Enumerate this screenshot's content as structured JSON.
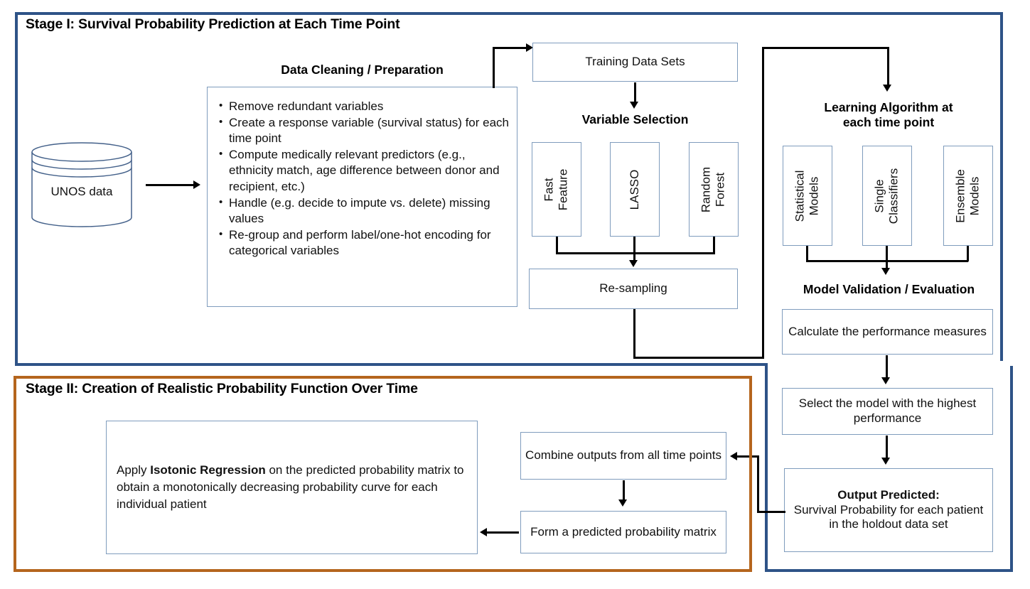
{
  "stage1": {
    "title": "Stage I: Survival Probability Prediction at Each Time Point",
    "border_color": "#2e5387",
    "headings": {
      "data_cleaning": "Data Cleaning / Preparation",
      "variable_selection": "Variable Selection",
      "learning_algorithm": "Learning Algorithm at\neach time point",
      "learning_algorithm_line1": "Learning Algorithm at",
      "learning_algorithm_line2": "each time point",
      "model_validation": "Model Validation / Evaluation"
    },
    "database": {
      "label": "UNOS data",
      "icon": "database-cylinder-icon"
    },
    "cleaning_bullets": [
      "Remove redundant variables",
      "Create a response variable (survival status) for each time point",
      "Compute medically relevant predictors (e.g., ethnicity match, age difference between donor and recipient, etc.)",
      "Handle (e.g. decide to impute vs. delete) missing values",
      "Re-group and perform label/one-hot encoding for categorical variables"
    ],
    "training_data_sets": "Training Data Sets",
    "variable_selection_methods": [
      {
        "line1": "Fast",
        "line2": "Feature"
      },
      {
        "line1": "LASSO",
        "line2": ""
      },
      {
        "line1": "Random",
        "line2": "Forest"
      }
    ],
    "resampling": "Re-sampling",
    "learning_models": [
      {
        "line1": "Statistical",
        "line2": "Models"
      },
      {
        "line1": "Single",
        "line2": "Classifiers"
      },
      {
        "line1": "Ensemble",
        "line2": "Models"
      }
    ],
    "evaluation_steps": [
      "Calculate the performance measures",
      "Select the model with the highest performance"
    ],
    "output": {
      "title": "Output Predicted:",
      "body": "Survival Probability for each patient in the holdout data set"
    }
  },
  "stage2": {
    "title": "Stage II: Creation of Realistic Probability Function Over Time",
    "border_color": "#b5651d",
    "isotonic": {
      "prefix": "Apply ",
      "emphasis": "Isotonic Regression",
      "suffix": " on the predicted probability matrix to obtain a monotonically decreasing probability curve for each individual patient"
    },
    "combine_outputs": "Combine outputs from all time points",
    "form_matrix": "Form a predicted probability matrix"
  },
  "style": {
    "box_border_color": "#7f9cbd",
    "connector_color": "#000000",
    "text_color": "#111111"
  }
}
